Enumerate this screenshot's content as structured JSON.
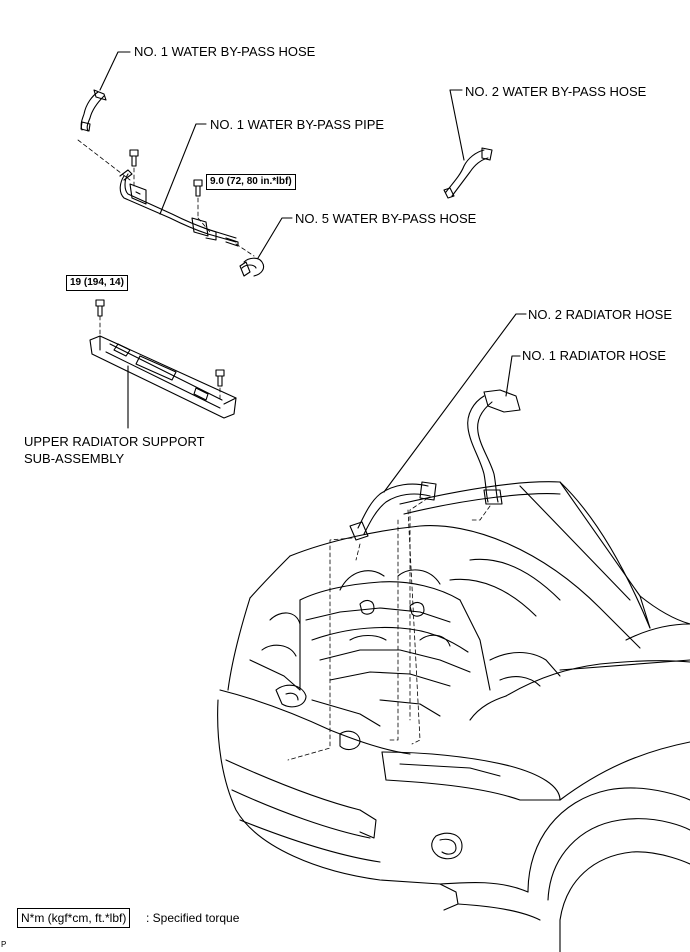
{
  "labels": {
    "no1_water_bypass_hose": "NO. 1 WATER BY-PASS HOSE",
    "no2_water_bypass_hose": "NO. 2 WATER BY-PASS HOSE",
    "no1_water_bypass_pipe": "NO. 1 WATER BY-PASS PIPE",
    "no5_water_bypass_hose": "NO. 5 WATER BY-PASS HOSE",
    "no2_radiator_hose": "NO. 2 RADIATOR HOSE",
    "no1_radiator_hose": "NO. 1 RADIATOR HOSE",
    "upper_radiator_support_line1": "UPPER RADIATOR SUPPORT",
    "upper_radiator_support_line2": "SUB-ASSEMBLY"
  },
  "torque": {
    "pipe_bolt": "9.0 (72, 80 in.*lbf)",
    "support_bolt": "19 (194, 14)"
  },
  "legend": {
    "box": "N*m (kgf*cm, ft.*lbf)",
    "text": ": Specified torque"
  },
  "corner_mark": "P"
}
